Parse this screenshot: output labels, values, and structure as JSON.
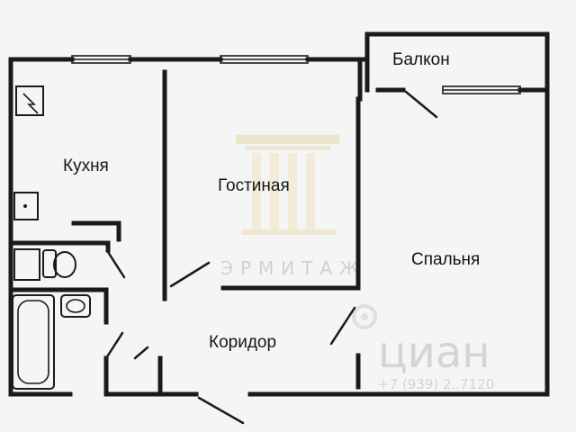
{
  "rooms": {
    "kitchen": "Кухня",
    "living_room": "Гостиная",
    "bedroom": "Спальня",
    "balcony": "Балкон",
    "corridor": "Коридор"
  },
  "watermarks": {
    "agency_text": "ЭРМИТАЖ",
    "site_text": "циан",
    "phone_text": "+7 (939) 2..7120"
  },
  "colors": {
    "walls": "#1a1a1a",
    "background": "#f4f5f5",
    "watermark_gold": "#e8d9a8"
  }
}
